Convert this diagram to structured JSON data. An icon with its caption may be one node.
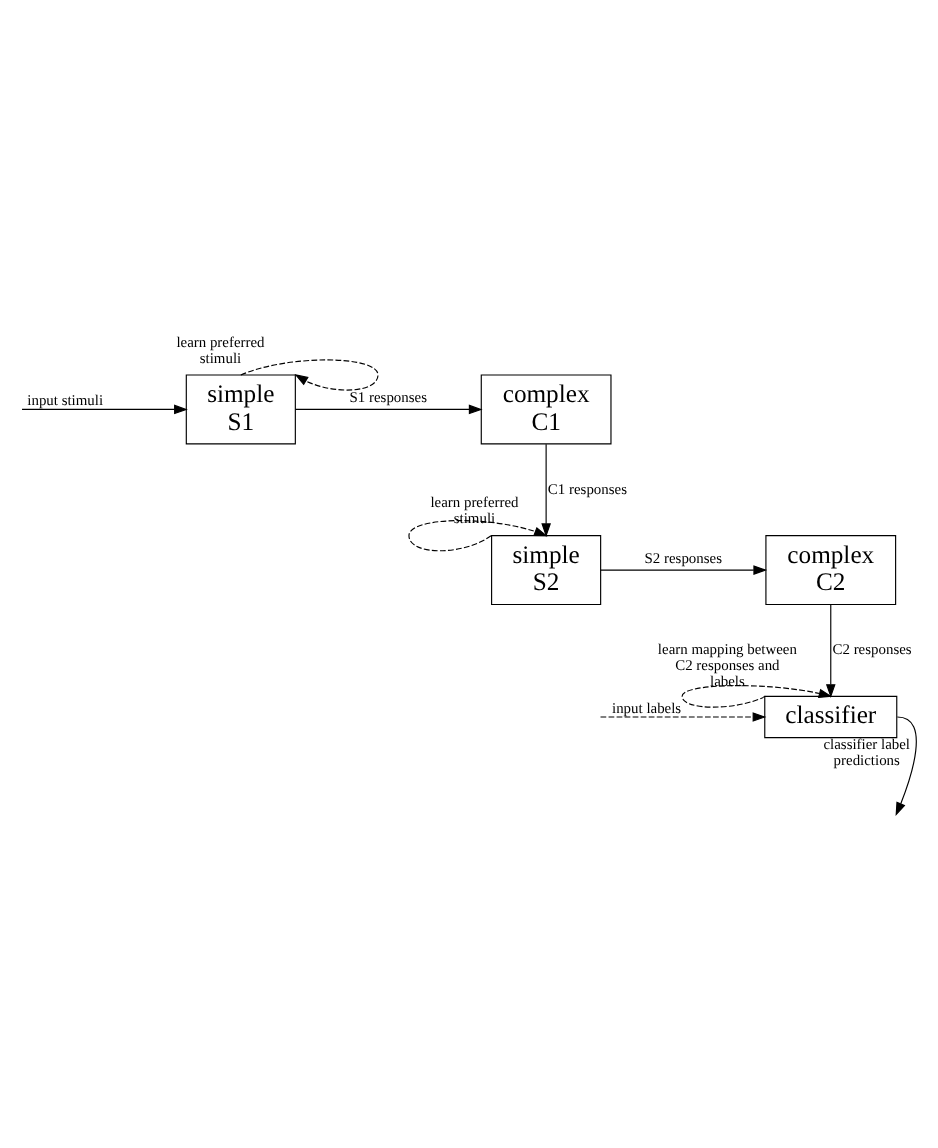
{
  "diagram": {
    "nodes": [
      {
        "text": [
          "simple S1"
        ]
      },
      {
        "text": [
          "complex C1"
        ]
      },
      {
        "text": [
          "simple S2"
        ]
      },
      {
        "text": [
          "complex C2"
        ]
      },
      {
        "text": [
          "classifier"
        ]
      }
    ],
    "edges": [
      {
        "from": null,
        "to": 0,
        "arrow": "to",
        "label": "input stimuli"
      },
      {
        "from": 0,
        "to": 0,
        "arrow": "to",
        "style": "dashed",
        "label": "learn preferred stimuli"
      },
      {
        "from": 0,
        "to": 1,
        "arrow": "to",
        "label": "S1 responses"
      },
      {
        "from": 1,
        "to": 2,
        "arrow": "to",
        "label": "C1 responses"
      },
      {
        "from": 2,
        "to": 2,
        "arrow": "to",
        "style": "dashed",
        "label": "learn preferred stimuli"
      },
      {
        "from": 2,
        "to": 3,
        "arrow": "to",
        "label": "S2 responses"
      },
      {
        "from": 3,
        "to": 4,
        "arrow": "to",
        "label": "C2 responses"
      },
      {
        "from": 4,
        "to": 4,
        "arrow": "to",
        "style": "dashed",
        "label": "learn mapping between C2 responses and labels"
      },
      {
        "from": null,
        "to": 4,
        "arrow": "to",
        "style": "dashed",
        "label": "input labels"
      },
      {
        "from": 4,
        "to": null,
        "arrow": "to",
        "label": "classifier label predictions"
      }
    ]
  }
}
